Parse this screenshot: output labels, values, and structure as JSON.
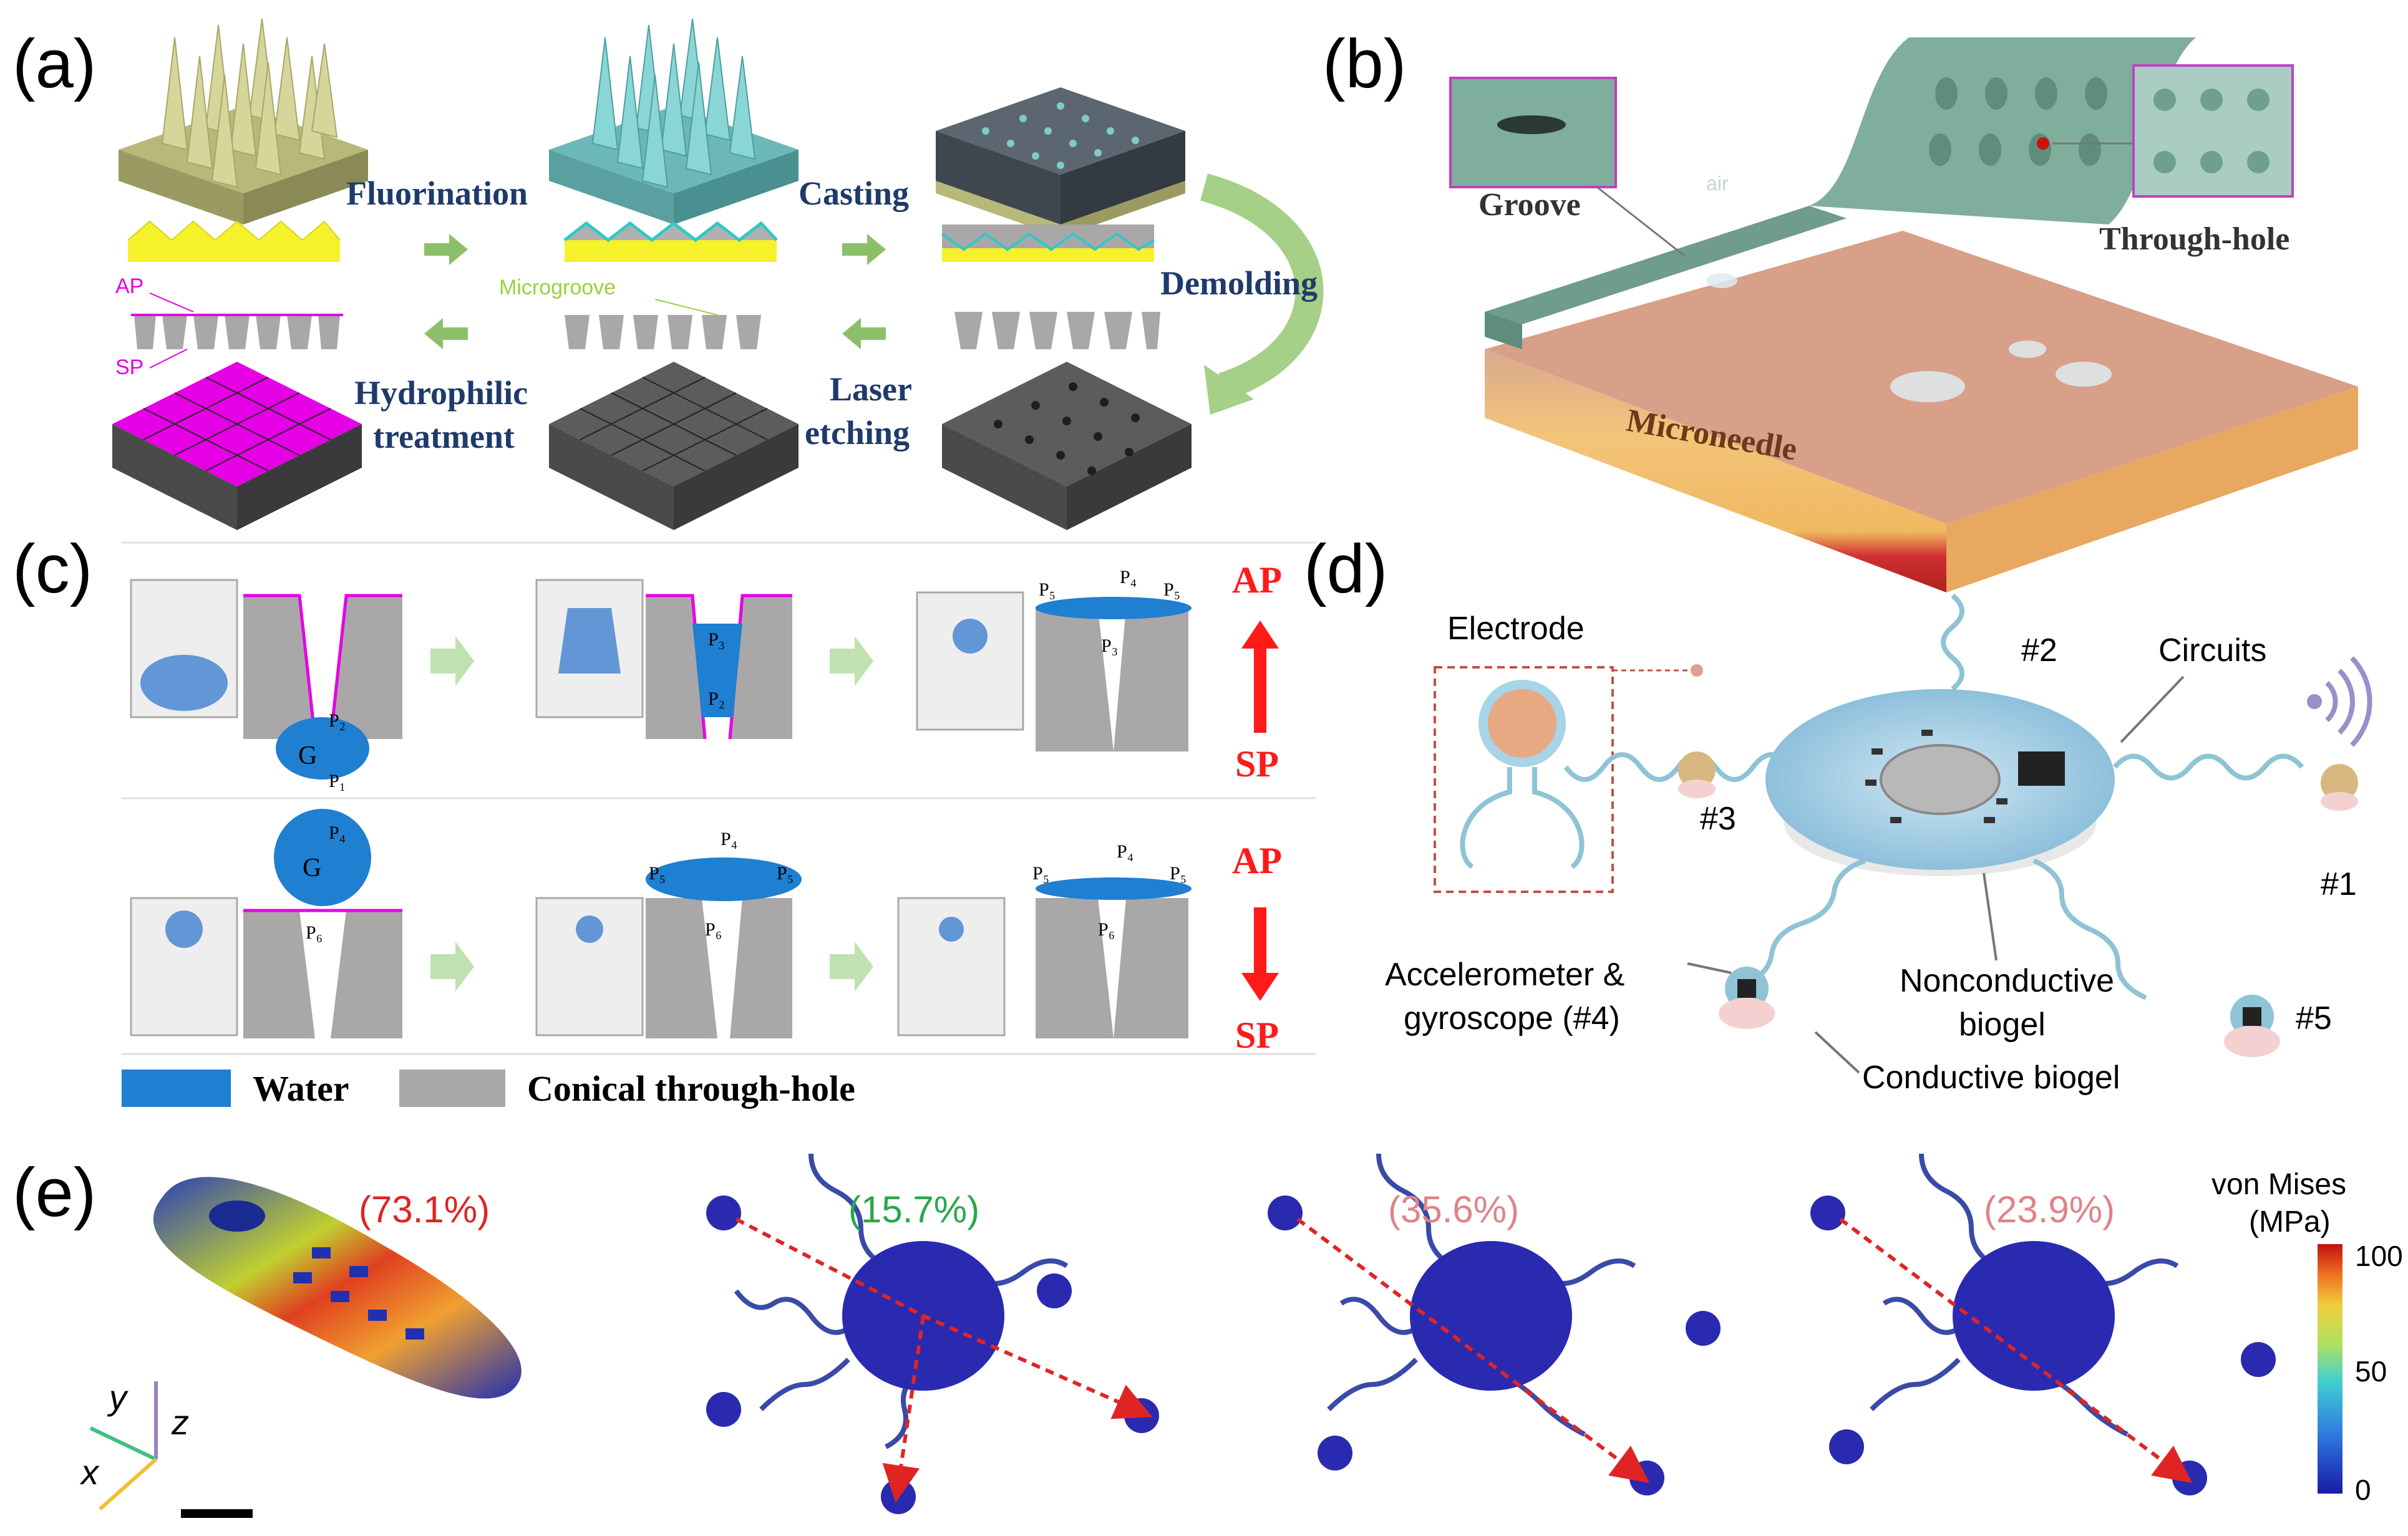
{
  "panels": {
    "a": {
      "letter": "(a)",
      "steps": [
        "Fluorination",
        "Casting",
        "Demolding",
        "Laser",
        "etching",
        "Hydrophilic",
        "treatment"
      ],
      "labels": {
        "ap": "AP",
        "sp": "SP",
        "microgroove": "Microgroove"
      }
    },
    "b": {
      "letter": "(b)",
      "groove": "Groove",
      "through_hole": "Through-hole",
      "air": "air",
      "microneedle": "Microneedle"
    },
    "c": {
      "letter": "(c)",
      "ap": "AP",
      "sp": "SP",
      "legend_water": "Water",
      "legend_hole": "Conical through-hole",
      "p_labels": {
        "p1": "P1",
        "p2": "P2",
        "p3": "P3",
        "p4": "P4",
        "p5": "P5",
        "p6": "P6",
        "g": "G"
      }
    },
    "d": {
      "letter": "(d)",
      "electrode": "Electrode",
      "n2": "#2",
      "circuits": "Circuits",
      "n3": "#3",
      "n1": "#1",
      "accel_1": "Accelerometer &",
      "accel_2": "gyroscope (#4)",
      "nonconductive_1": "Nonconductive",
      "nonconductive_2": "biogel",
      "n5": "#5",
      "conductive": "Conductive biogel"
    },
    "e": {
      "letter": "(e)",
      "percents": [
        "(73.1%)",
        "(15.7%)",
        "(35.6%)",
        "(23.9%)"
      ],
      "axes": {
        "x": "x",
        "y": "y",
        "z": "z"
      },
      "colorbar": {
        "title_1": "von Mises",
        "title_2": "(MPa)",
        "ticks": [
          "100",
          "50",
          "0"
        ]
      }
    }
  },
  "colors": {
    "pyramid_yellow": "#c9c98a",
    "fluorinated_teal": "#7ccccc",
    "magenta": "#e600e6",
    "navy_text": "#1f3a6b",
    "ap_sp_red": "#ff1a1a",
    "water_blue": "#1f7fd1",
    "hole_gray": "#a9a7a8",
    "percent_red": "#e02424",
    "percent_green": "#2aa84a",
    "percent_pink": "#e0838a"
  }
}
